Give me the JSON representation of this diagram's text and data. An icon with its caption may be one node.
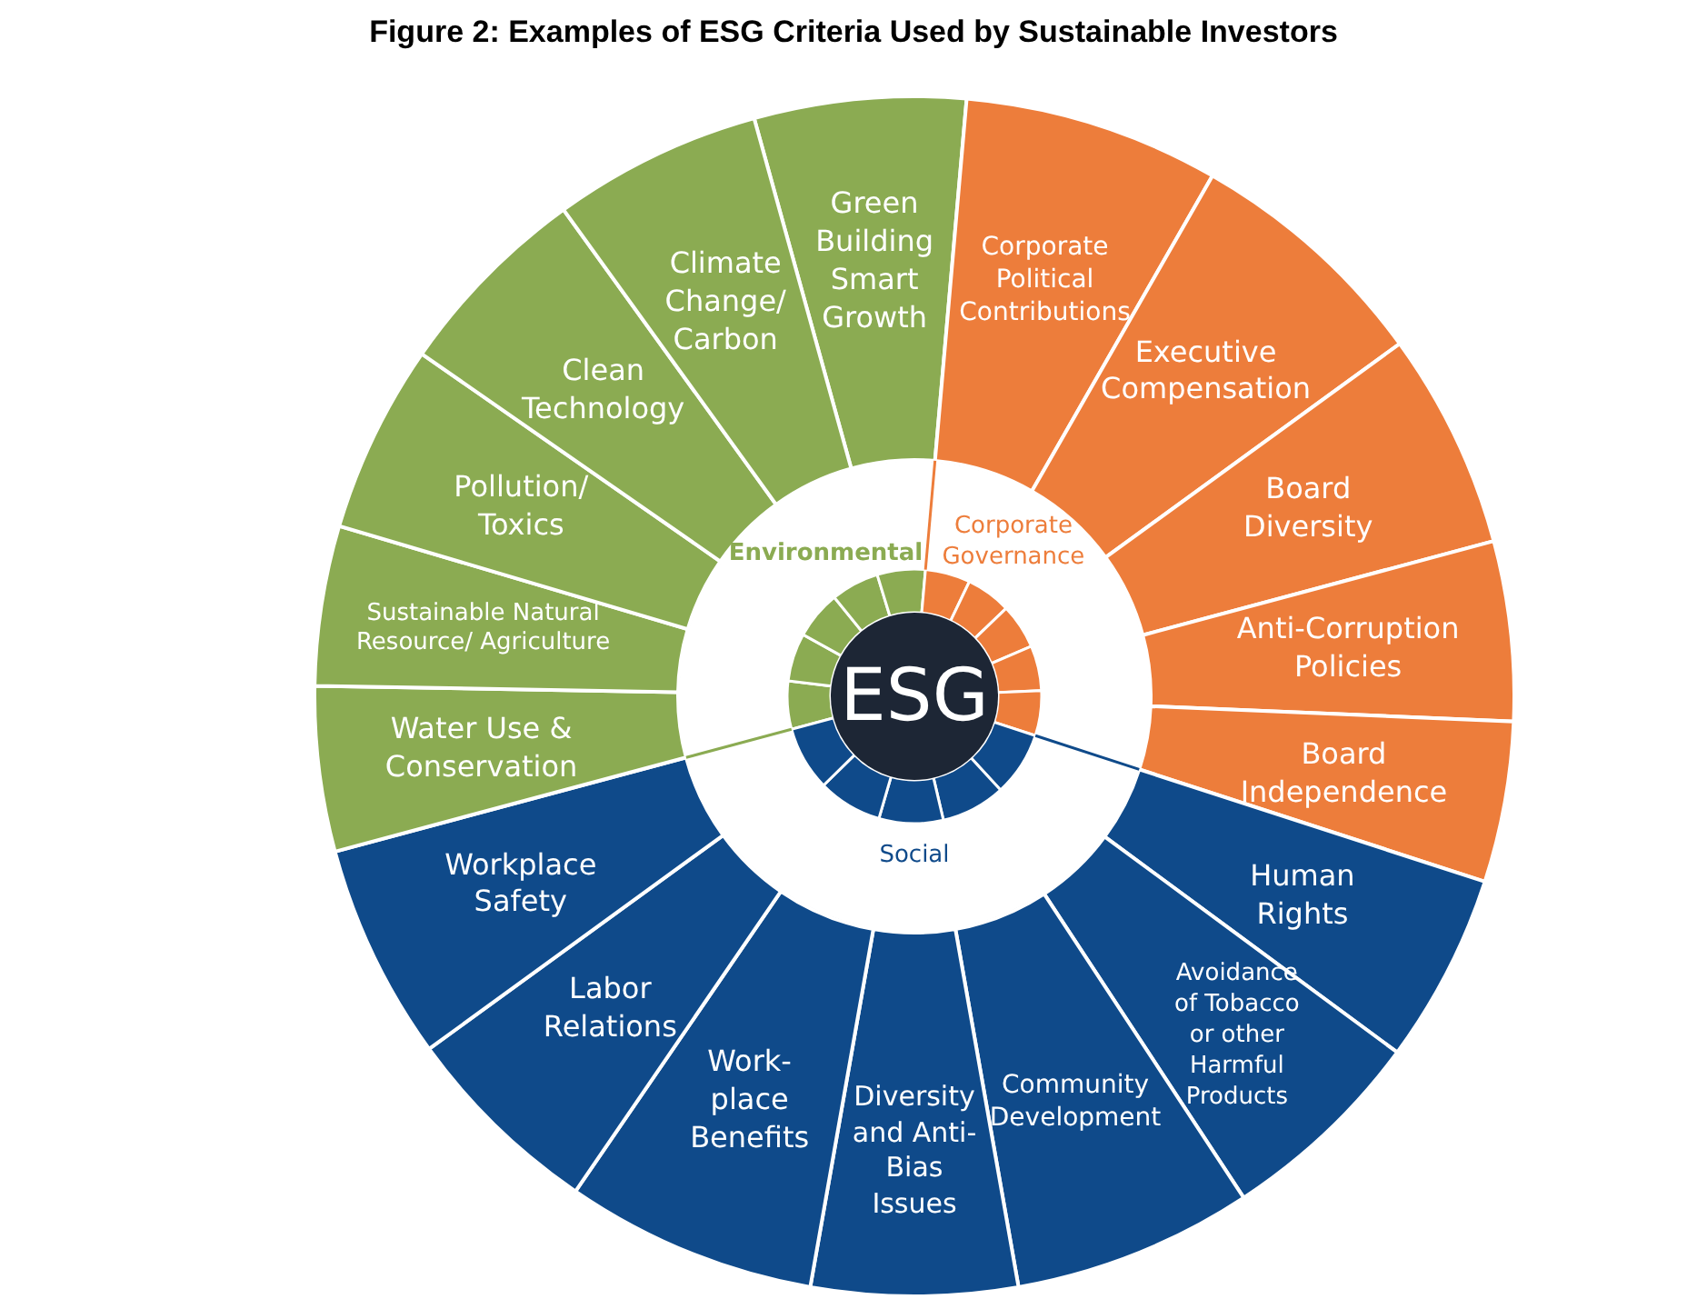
{
  "diagram": {
    "title": "Figure 2: Examples of ESG Criteria Used by Sustainable Investors",
    "nodes": [
      {
        "text": [
          "ESG"
        ]
      },
      {
        "text": [
          "Environmental"
        ]
      },
      {
        "text": [
          "Corporate Governance"
        ]
      },
      {
        "text": [
          "Social"
        ]
      },
      {
        "text": [
          "Green Building Smart Growth"
        ]
      },
      {
        "text": [
          "Corporate Political Contributions"
        ]
      },
      {
        "text": [
          "Executive Compensation"
        ]
      },
      {
        "text": [
          "Board Diversity"
        ]
      },
      {
        "text": [
          "Anti-Corruption Policies"
        ]
      },
      {
        "text": [
          "Board Independence"
        ]
      },
      {
        "text": [
          "Human Rights"
        ]
      },
      {
        "text": [
          "Avoidance of Tobacco or other Harmful Products"
        ]
      },
      {
        "text": [
          "Community Development"
        ]
      },
      {
        "text": [
          "Diversity and Anti-Bias Issues"
        ]
      },
      {
        "text": [
          "Work- place Benefits"
        ]
      },
      {
        "text": [
          "Labor Relations"
        ]
      },
      {
        "text": [
          "Workplace Safety"
        ]
      },
      {
        "text": [
          "Water Use & Conservation"
        ]
      },
      {
        "text": [
          "Sustainable Natural Resource/ Agriculture"
        ]
      },
      {
        "text": [
          "Pollution/ Toxics"
        ]
      },
      {
        "text": [
          "Clean Technology"
        ]
      },
      {
        "text": [
          "Climate Change/ Carbon"
        ]
      }
    ]
  }
}
